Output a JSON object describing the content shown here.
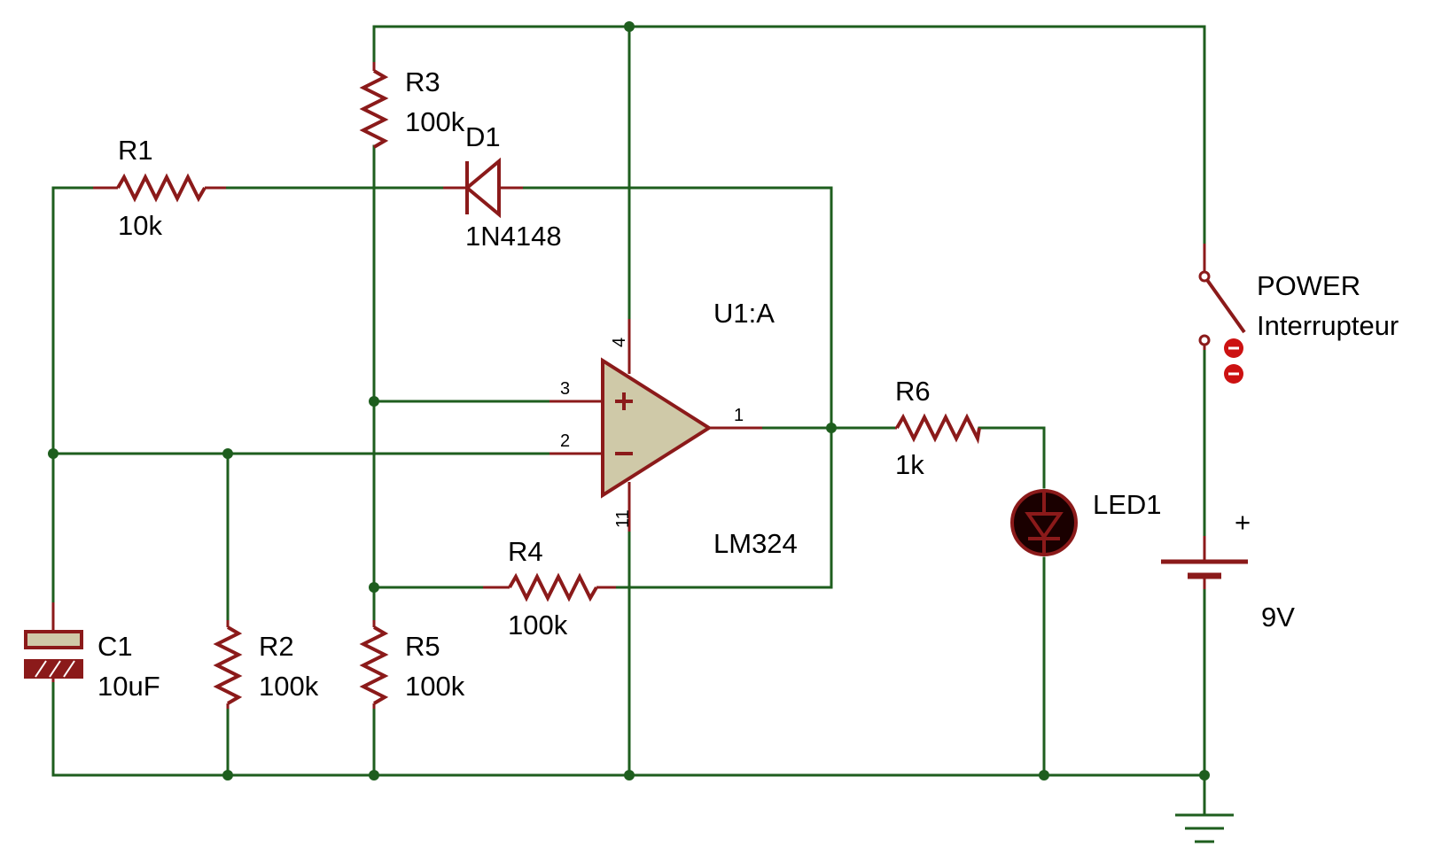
{
  "components": {
    "r1": {
      "ref": "R1",
      "value": "10k"
    },
    "r2": {
      "ref": "R2",
      "value": "100k"
    },
    "r3": {
      "ref": "R3",
      "value": "100k"
    },
    "r4": {
      "ref": "R4",
      "value": "100k"
    },
    "r5": {
      "ref": "R5",
      "value": "100k"
    },
    "r6": {
      "ref": "R6",
      "value": "1k"
    },
    "c1": {
      "ref": "C1",
      "value": "10uF"
    },
    "d1": {
      "ref": "D1",
      "value": "1N4148"
    },
    "u1": {
      "ref": "U1:A",
      "value": "LM324"
    },
    "led1": {
      "ref": "LED1"
    },
    "sw": {
      "ref": "POWER",
      "value": "Interrupteur"
    },
    "bat": {
      "polarity": "+",
      "value": "9V"
    }
  },
  "opamp_pins": {
    "vcc": "4",
    "noninv": "3",
    "inv": "2",
    "out": "1",
    "gnd": "11"
  },
  "opamp_symbols": {
    "plus": "+",
    "minus": "−"
  },
  "colors": {
    "wire": "#1e5e1e",
    "component": "#8b1a1a",
    "opamp_fill": "#cfc9a8",
    "background": "#ffffff"
  }
}
